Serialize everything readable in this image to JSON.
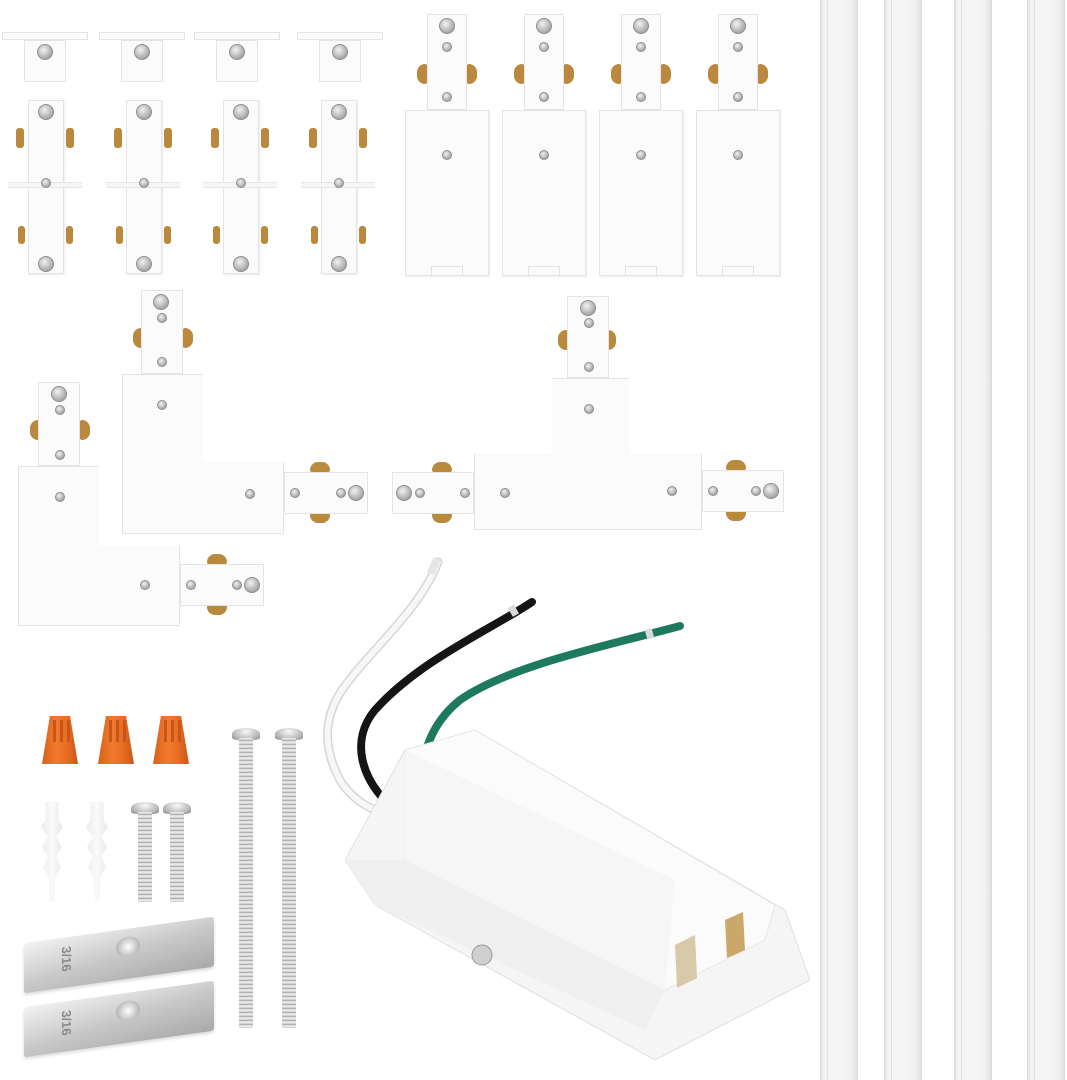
{
  "image": {
    "type": "product-photo",
    "subject": "track lighting connector and mounting kit",
    "background_color": "#ffffff"
  },
  "components": {
    "dead_end_caps": {
      "count": 4,
      "color": "#fbfbfb"
    },
    "straight_connectors": {
      "count": 4,
      "contact_color": "#b98a3e"
    },
    "live_end_feeds": {
      "count": 4
    },
    "l_connectors": {
      "count": 2
    },
    "t_connector": {
      "count": 1
    },
    "floating_canopy_feed": {
      "count": 1,
      "wires": [
        {
          "name": "white",
          "color": "#f4f4f4"
        },
        {
          "name": "black",
          "color": "#1a1a1a"
        },
        {
          "name": "green",
          "color": "#1f7a60"
        }
      ]
    },
    "wire_nuts": {
      "count": 3,
      "color": "#ec7326"
    },
    "plastic_anchors": {
      "count": 2
    },
    "short_screws": {
      "count": 2
    },
    "long_screws": {
      "count": 2
    },
    "toggle_bolts": {
      "count": 2,
      "stamp": "3/16"
    },
    "track_rails": {
      "count": 4,
      "color": "#f4f4f4"
    }
  }
}
